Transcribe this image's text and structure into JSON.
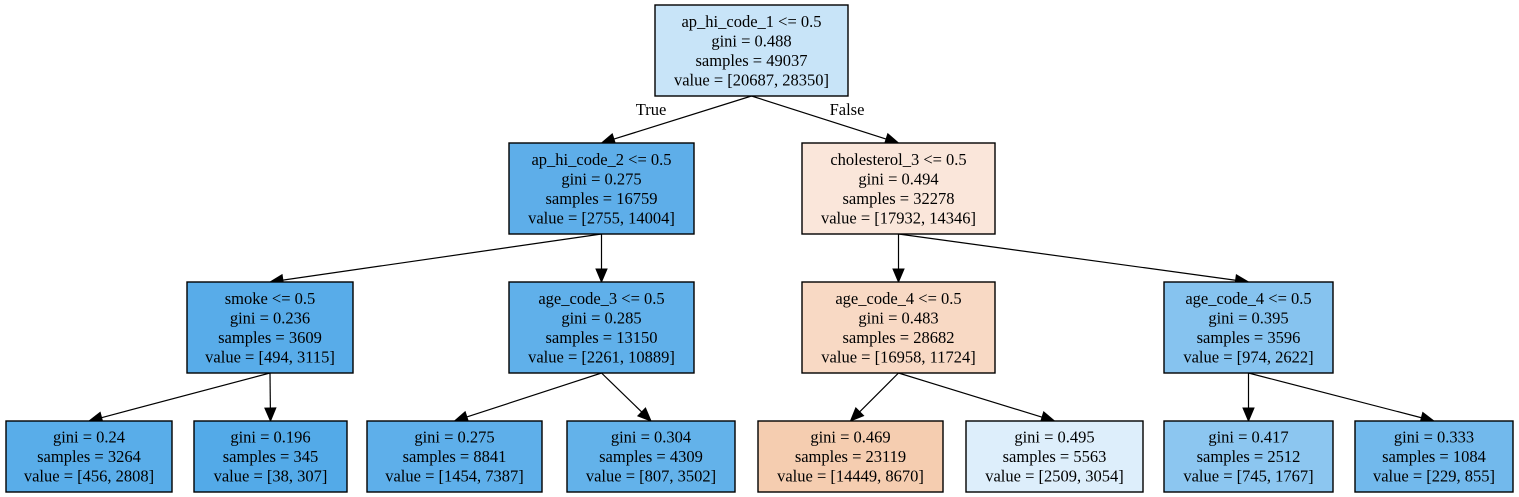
{
  "tree": {
    "nodes": [
      {
        "id": "n0",
        "fill": "#c8e4f8",
        "lines": [
          "ap_hi_code_1 <= 0.5",
          "gini = 0.488",
          "samples = 49037",
          "value = [20687, 28350]"
        ]
      },
      {
        "id": "n1",
        "fill": "#5eaee9",
        "lines": [
          "ap_hi_code_2 <= 0.5",
          "gini = 0.275",
          "samples = 16759",
          "value = [2755, 14004]"
        ]
      },
      {
        "id": "n2",
        "fill": "#fae6da",
        "lines": [
          "cholesterol_3 <= 0.5",
          "gini = 0.494",
          "samples = 32278",
          "value = [17932, 14346]"
        ]
      },
      {
        "id": "n3",
        "fill": "#58ace9",
        "lines": [
          "smoke <= 0.5",
          "gini = 0.236",
          "samples = 3609",
          "value = [494, 3115]"
        ]
      },
      {
        "id": "n4",
        "fill": "#60b0ea",
        "lines": [
          "age_code_3 <= 0.5",
          "gini = 0.285",
          "samples = 13150",
          "value = [2261, 10889]"
        ]
      },
      {
        "id": "n5",
        "fill": "#f8d9c4",
        "lines": [
          "age_code_4 <= 0.5",
          "gini = 0.483",
          "samples = 28682",
          "value = [16958, 11724]"
        ]
      },
      {
        "id": "n6",
        "fill": "#86c3ef",
        "lines": [
          "age_code_4 <= 0.5",
          "gini = 0.395",
          "samples = 3596",
          "value = [974, 2622]"
        ]
      },
      {
        "id": "n7",
        "fill": "#59ade9",
        "lines": [
          "gini = 0.24",
          "samples = 3264",
          "value = [456, 2808]"
        ]
      },
      {
        "id": "n8",
        "fill": "#53aae8",
        "lines": [
          "gini = 0.196",
          "samples = 345",
          "value = [38, 307]"
        ]
      },
      {
        "id": "n9",
        "fill": "#5eafea",
        "lines": [
          "gini = 0.275",
          "samples = 8841",
          "value = [1454, 7387]"
        ]
      },
      {
        "id": "n10",
        "fill": "#63b2ea",
        "lines": [
          "gini = 0.304",
          "samples = 4309",
          "value = [807, 3502]"
        ]
      },
      {
        "id": "n11",
        "fill": "#f5cdb0",
        "lines": [
          "gini = 0.469",
          "samples = 23119",
          "value = [14449, 8670]"
        ]
      },
      {
        "id": "n12",
        "fill": "#ddeefb",
        "lines": [
          "gini = 0.495",
          "samples = 5563",
          "value = [2509, 3054]"
        ]
      },
      {
        "id": "n13",
        "fill": "#8cc6f0",
        "lines": [
          "gini = 0.417",
          "samples = 2512",
          "value = [745, 1767]"
        ]
      },
      {
        "id": "n14",
        "fill": "#72b9ec",
        "lines": [
          "gini = 0.333",
          "samples = 1084",
          "value = [229, 855]"
        ]
      }
    ],
    "edges": [
      {
        "from": "n0",
        "to": "n1",
        "label": "True"
      },
      {
        "from": "n0",
        "to": "n2",
        "label": "False"
      },
      {
        "from": "n1",
        "to": "n3",
        "label": ""
      },
      {
        "from": "n1",
        "to": "n4",
        "label": ""
      },
      {
        "from": "n2",
        "to": "n5",
        "label": ""
      },
      {
        "from": "n2",
        "to": "n6",
        "label": ""
      },
      {
        "from": "n3",
        "to": "n7",
        "label": ""
      },
      {
        "from": "n3",
        "to": "n8",
        "label": ""
      },
      {
        "from": "n4",
        "to": "n9",
        "label": ""
      },
      {
        "from": "n4",
        "to": "n10",
        "label": ""
      },
      {
        "from": "n5",
        "to": "n11",
        "label": ""
      },
      {
        "from": "n5",
        "to": "n12",
        "label": ""
      },
      {
        "from": "n6",
        "to": "n13",
        "label": ""
      },
      {
        "from": "n6",
        "to": "n14",
        "label": ""
      }
    ]
  }
}
